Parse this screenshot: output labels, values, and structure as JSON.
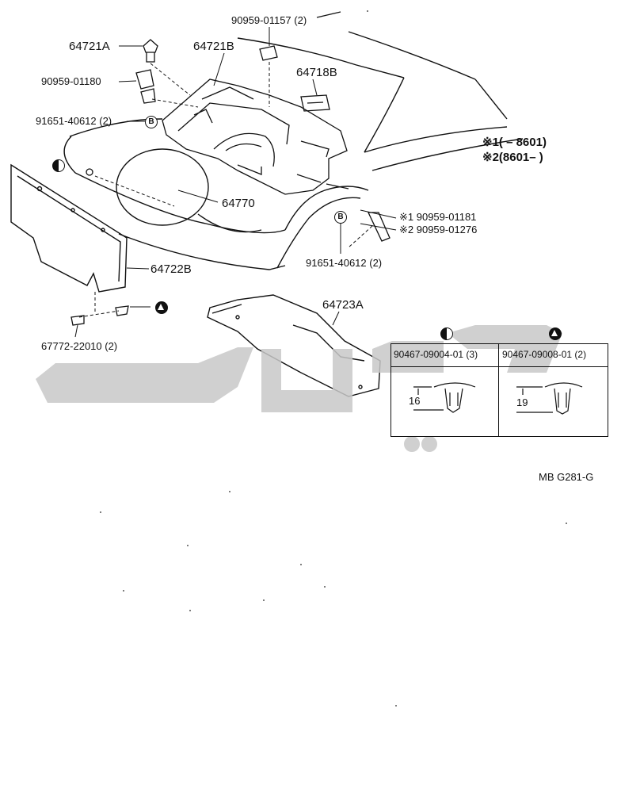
{
  "parts": {
    "p64721A": "64721A",
    "p64721B": "64721B",
    "p90959_01157": "90959-01157 (2)",
    "p90959_01180": "90959-01180",
    "p64718B": "64718B",
    "p91651_top": "91651-40612 (2)",
    "p64770": "64770",
    "p64722B": "64722B",
    "p91651_right": "91651-40612 (2)",
    "p67772": "67772-22010 (2)",
    "p64723A": "64723A",
    "p90959_01181": "※1 90959-01181",
    "p90959_01276": "※2 90959-01276"
  },
  "legend": {
    "line1": "※1(      – 8601)",
    "line2": "※2(8601–        )"
  },
  "symbols": {
    "half_circle": "half-filled-circle-icon",
    "triangle": "triangle-circle-icon",
    "b_letter": "B"
  },
  "clip_table": {
    "col1_header": "90467-09004-01 (3)",
    "col2_header": "90467-09008-01 (2)",
    "col1_dim": "16",
    "col2_dim": "19"
  },
  "reference": "MB  G281-G"
}
